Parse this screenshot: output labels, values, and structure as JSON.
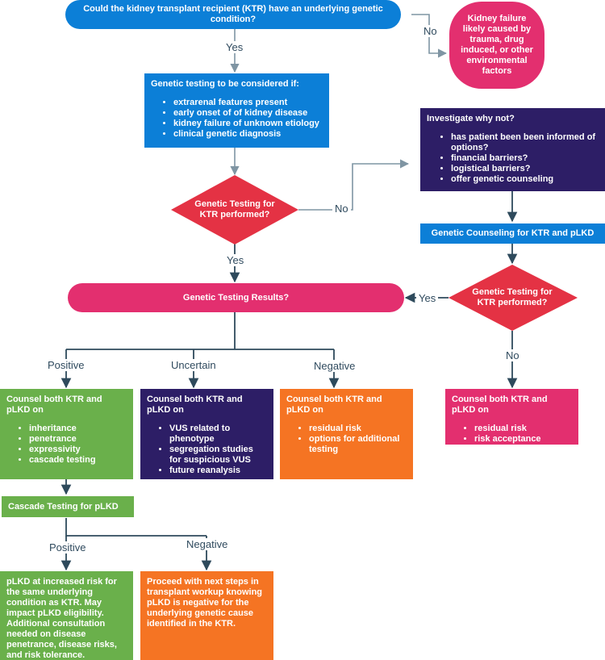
{
  "colors": {
    "blue": "#0c7fd7",
    "pink": "#e32f6f",
    "red": "#e43244",
    "navy": "#2d1e66",
    "green": "#6ab04b",
    "orange": "#f57423",
    "line": "#2e4a5c",
    "line_light": "#7f95a3"
  },
  "start": {
    "text": "Could the kidney transplant recipient (KTR) have an underlying genetic condition?"
  },
  "no_environment": {
    "text": "Kidney failure likely caused by trauma, drug induced, or other environmental factors"
  },
  "consider": {
    "title": "Genetic testing to be considered if:",
    "items": [
      "extrarenal features present",
      "early onset of of kidney disease",
      "kidney failure of unknown etiology",
      "clinical genetic diagnosis"
    ]
  },
  "decision1": {
    "text": "Genetic Testing for KTR performed?"
  },
  "investigate": {
    "title": "Investigate why not?",
    "items": [
      "has patient been been informed of options?",
      "financial barriers?",
      "logistical barriers?",
      "offer genetic counseling"
    ]
  },
  "counseling": {
    "text": "Genetic Counseling for KTR and pLKD"
  },
  "decision2": {
    "text": "Genetic Testing for KTR performed?"
  },
  "results": {
    "text": "Genetic Testing Results?"
  },
  "positive_box": {
    "title": "Counsel both KTR and pLKD on",
    "items": [
      "inheritance",
      "penetrance",
      "expressivity",
      "cascade testing"
    ]
  },
  "uncertain_box": {
    "title": "Counsel both KTR and pLKD on",
    "items": [
      "VUS related to phenotype",
      "segregation studies for suspicious VUS",
      "future reanalysis"
    ]
  },
  "negative_box": {
    "title": "Counsel both KTR and pLKD on",
    "items": [
      "residual risk",
      "options for additional testing"
    ]
  },
  "no_box": {
    "title": "Counsel both KTR and pLKD on",
    "items": [
      "residual risk",
      "risk acceptance"
    ]
  },
  "cascade": {
    "text": "Cascade Testing for pLKD"
  },
  "cascade_positive": {
    "text": "pLKD at increased risk for the same underlying condition as KTR. May impact pLKD eligibility. Additional consultation needed on disease penetrance, disease risks, and risk tolerance."
  },
  "cascade_negative": {
    "text": "Proceed with next steps in transplant workup knowing pLKD is negative for the underlying genetic cause identified in the KTR."
  },
  "labels": {
    "no1": "No",
    "yes1": "Yes",
    "no2": "No",
    "yes2": "Yes",
    "yes3": "Yes",
    "no3": "No",
    "positive": "Positive",
    "uncertain": "Uncertain",
    "negative": "Negative",
    "casc_positive": "Positive",
    "casc_negative": "Negative"
  }
}
